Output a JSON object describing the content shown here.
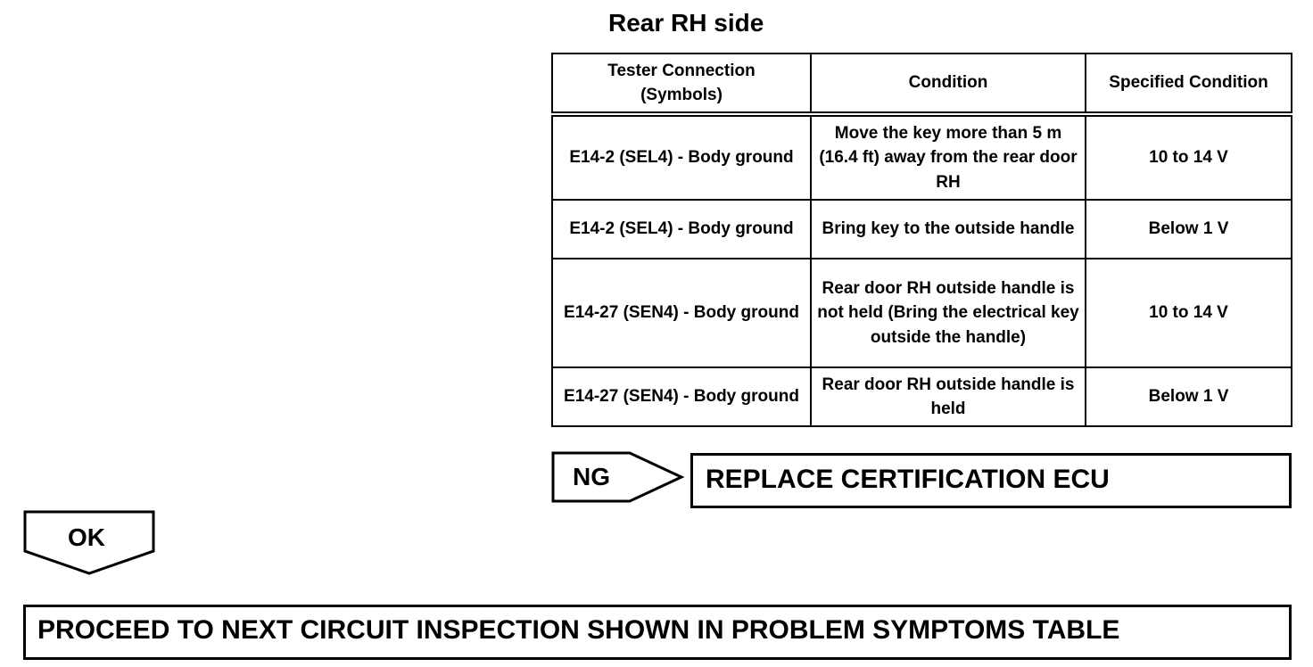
{
  "title": "Rear RH side",
  "table": {
    "headers": [
      "Tester Connection\n(Symbols)",
      "Condition",
      "Specified Condition"
    ],
    "rows": [
      {
        "connection": "E14-2 (SEL4) -  Body ground",
        "condition": "Move the key more than 5 m (16.4 ft) away from the rear door RH",
        "specified": "10 to 14 V"
      },
      {
        "connection": "E14-2 (SEL4) -  Body ground",
        "condition": "Bring key to the outside handle",
        "specified": "Below 1 V"
      },
      {
        "connection": "E14-27 (SEN4) -   Body ground",
        "condition": "Rear door RH outside handle is not held (Bring the electrical key outside the handle)",
        "specified": "10 to 14 V"
      },
      {
        "connection": "E14-27 (SEN4) - Body ground",
        "condition": "Rear door RH outside handle is held",
        "specified": "Below 1 V"
      }
    ]
  },
  "ng": {
    "label": "NG",
    "action": "REPLACE CERTIFICATION ECU"
  },
  "ok": {
    "label": "OK",
    "action": "PROCEED TO NEXT CIRCUIT INSPECTION SHOWN IN PROBLEM SYMPTOMS TABLE"
  }
}
